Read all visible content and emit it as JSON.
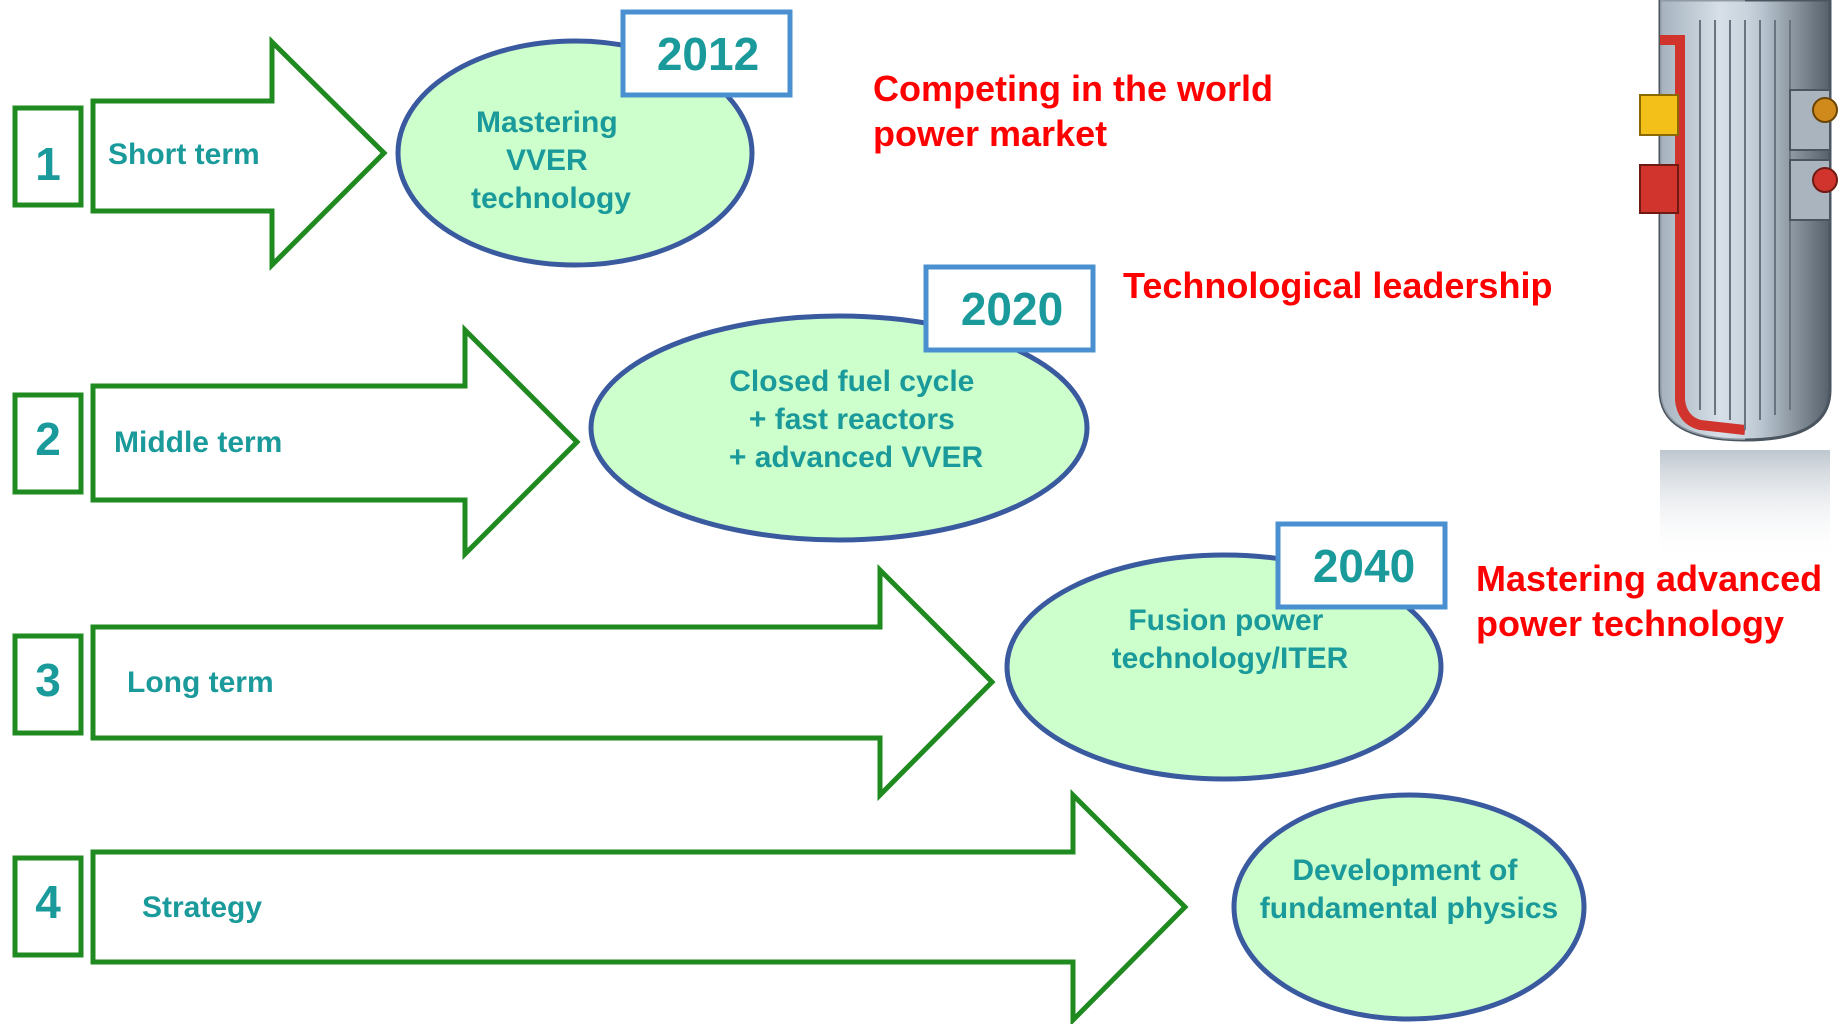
{
  "colors": {
    "arrow_stroke": "#1f8a1f",
    "ellipse_fill": "#ccffcc",
    "ellipse_stroke": "#3a5aa0",
    "year_box_stroke": "#4a90d0",
    "teal_text": "#1a9a9a",
    "goal_text": "#ff0000"
  },
  "rows": [
    {
      "number": "1",
      "term": "Short term",
      "year": "2012",
      "ellipse_lines": [
        "Mastering",
        "VVER",
        "technology"
      ],
      "goal_lines": [
        "Competing  in the world",
        "power market"
      ]
    },
    {
      "number": "2",
      "term": "Middle term",
      "year": "2020",
      "ellipse_lines": [
        "Closed fuel cycle",
        "+  fast reactors",
        "+ advanced VVER"
      ],
      "goal_lines": [
        "Technological leadership"
      ]
    },
    {
      "number": "3",
      "term": "Long term",
      "year": "2040",
      "ellipse_lines": [
        "Fusion power",
        "technology/ITER"
      ],
      "goal_lines": [
        "Mastering advanced",
        "power technology"
      ]
    },
    {
      "number": "4",
      "term": "Strategy",
      "ellipse_lines": [
        "Development of",
        "fundamental physics"
      ]
    }
  ],
  "illustration": {
    "icon": "reactor-vessel-icon"
  }
}
